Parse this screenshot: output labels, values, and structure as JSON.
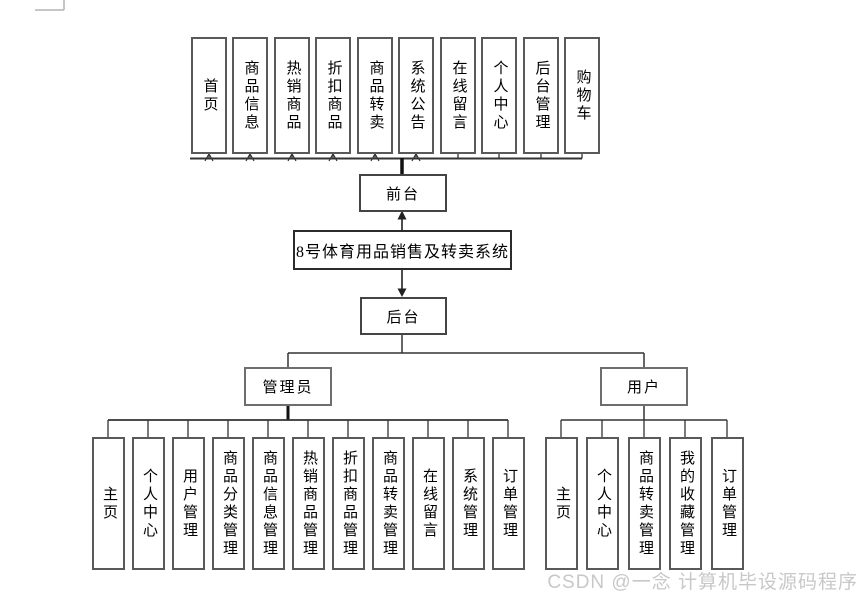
{
  "diagram": {
    "system_title": "8号体育用品销售及转卖系统",
    "front": {
      "label": "前台",
      "features": [
        "首页",
        "商品信息",
        "热销商品",
        "折扣商品",
        "商品转卖",
        "系统公告",
        "在线留言",
        "个人中心",
        "后台管理",
        "购物车"
      ]
    },
    "back": {
      "label": "后台",
      "admin": {
        "label": "管理员",
        "children": [
          "主页",
          "个人中心",
          "用户管理",
          "商品分类管理",
          "商品信息管理",
          "热销商品管理",
          "折扣商品管理",
          "商品转卖管理",
          "在线留言",
          "系统管理",
          "订单管理"
        ]
      },
      "user": {
        "label": "用户",
        "children": [
          "主页",
          "个人中心",
          "商品转卖管理",
          "我的收藏管理",
          "订单管理"
        ]
      }
    }
  },
  "watermark": "CSDN @一念 计算机毕设源码程序",
  "colors": {
    "box_border": "#595959",
    "line": "#333333",
    "watermark": "#c5c5c5",
    "background": "#ffffff"
  }
}
